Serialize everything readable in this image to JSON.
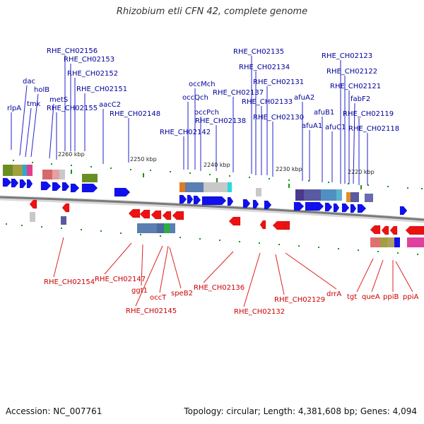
{
  "title": "Rhizobium etli CFN 42, complete genome",
  "footer": {
    "accession": "Accession: NC_007761",
    "summary": "Topology: circular; Length: 4,381,608 bp; Genes: 4,094"
  },
  "colors": {
    "forward_gene": "#1010ee",
    "reverse_gene": "#ee1111",
    "backbone": "#888888",
    "forward_label": "#000099",
    "reverse_label": "#cc0000",
    "ticks": "#119911"
  },
  "scale_ticks": [
    "2260 kbp",
    "2250 kbp",
    "2240 kbp",
    "2230 kbp",
    "2220 kbp"
  ],
  "forward_labels": [
    "rlpA",
    "dac",
    "tmk",
    "holB",
    "metS",
    "RHE_CH02155",
    "RHE_CH02156",
    "RHE_CH02153",
    "RHE_CH02152",
    "RHE_CH02151",
    "aacC2",
    "RHE_CH02148",
    "RHE_CH02142",
    "occQch",
    "occMch",
    "occPch",
    "RHE_CH02138",
    "RHE_CH02137",
    "RHE_CH02135",
    "RHE_CH02134",
    "RHE_CH02133",
    "RHE_CH02131",
    "RHE_CH02130",
    "afuA2",
    "afuA1",
    "afuB1",
    "afuC1",
    "RHE_CH02123",
    "RHE_CH02122",
    "RHE_CH02121",
    "fabF2",
    "RHE_CH02119",
    "RHE_CH02118"
  ],
  "reverse_labels": [
    "RHE_CH02154",
    "RHE_CH02147",
    "ggt1",
    "RHE_CH02145",
    "occT",
    "speB2",
    "RHE_CH02136",
    "RHE_CH02132",
    "RHE_CH02129",
    "drrA",
    "tgt",
    "queA",
    "ppiB",
    "ppiA"
  ]
}
